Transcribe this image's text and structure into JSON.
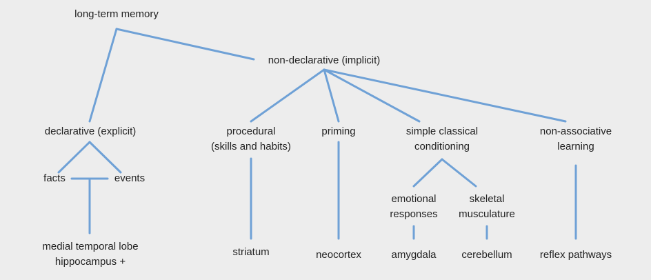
{
  "diagram": {
    "root": "long-term memory",
    "declarative": {
      "label": "declarative (explicit)",
      "facts": "facts",
      "events": "events",
      "structure_line1": "medial temporal lobe",
      "structure_line2": "hippocampus +"
    },
    "non_declarative": {
      "label": "non-declarative (implicit)",
      "procedural": {
        "line1": "procedural",
        "line2": "(skills and habits)",
        "structure": "striatum"
      },
      "priming": {
        "label": "priming",
        "structure": "neocortex"
      },
      "conditioning": {
        "line1": "simple classical",
        "line2": "conditioning",
        "emotional": {
          "line1": "emotional",
          "line2": "responses",
          "structure": "amygdala"
        },
        "skeletal": {
          "line1": "skeletal",
          "line2": "musculature",
          "structure": "cerebellum"
        }
      },
      "non_associative": {
        "line1": "non-associative",
        "line2": "learning",
        "structure": "reflex pathways"
      }
    },
    "colors": {
      "background": "#ededed",
      "connector": "#6fa1d6",
      "text": "#222222"
    }
  }
}
